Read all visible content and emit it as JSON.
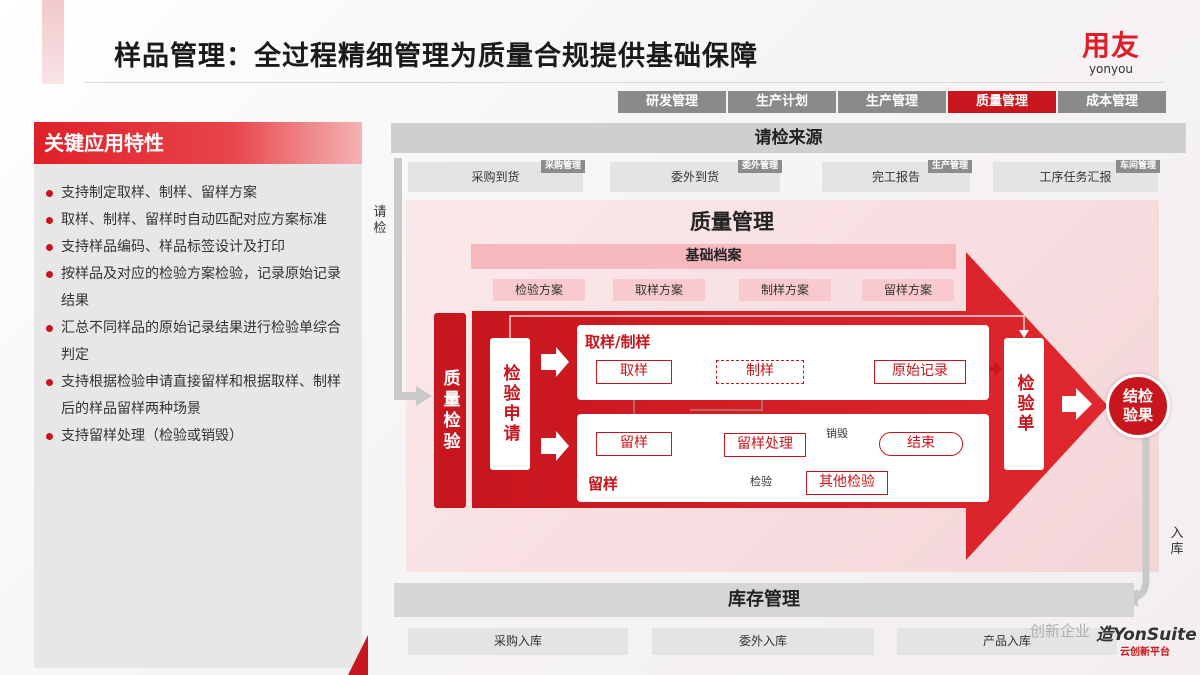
{
  "header": {
    "title": "样品管理：全过程精细管理为质量合规提供基础保障",
    "logo_main": "用友",
    "logo_sub": "yonyou"
  },
  "nav": {
    "tabs": [
      {
        "label": "研发管理",
        "active": false
      },
      {
        "label": "生产计划",
        "active": false
      },
      {
        "label": "生产管理",
        "active": false
      },
      {
        "label": "质量管理",
        "active": true
      },
      {
        "label": "成本管理",
        "active": false
      }
    ]
  },
  "features": {
    "title": "关键应用特性",
    "items": [
      "支持制定取样、制样、留样方案",
      "取样、制样、留样时自动匹配对应方案标准",
      "支持样品编码、样品标签设计及打印",
      "按样品及对应的检验方案检验，记录原始记录结果",
      "汇总不同样品的原始记录结果进行检验单综合判定",
      "支持根据检验申请直接留样和根据取样、制样后的样品留样两种场景",
      "支持留样处理（检验或销毁）"
    ]
  },
  "source": {
    "title": "请检来源",
    "items": [
      {
        "label": "采购到货",
        "tag": "采购管理"
      },
      {
        "label": "委外到货",
        "tag": "委外管理"
      },
      {
        "label": "完工报告",
        "tag": "生产管理"
      },
      {
        "label": "工序任务汇报",
        "tag": "车间管理"
      }
    ]
  },
  "annotations": {
    "request": "请检",
    "inbound": "入库"
  },
  "quality": {
    "title": "质量管理",
    "archive_title": "基础档案",
    "plans": [
      "检验方案",
      "取样方案",
      "制样方案",
      "留样方案"
    ],
    "qc_label": "质量检验",
    "request_label": "检验申请",
    "inspection_label": "检验单",
    "result_label": "结检验果",
    "panel1": {
      "title": "取样/制样",
      "steps": [
        "取样",
        "制样",
        "原始记录"
      ]
    },
    "panel2": {
      "title": "留样",
      "steps": [
        "留样",
        "留样处理",
        "结束",
        "其他检验"
      ],
      "destroy_label": "销毁",
      "inspect_label": "检验"
    }
  },
  "inventory": {
    "title": "库存管理",
    "items": [
      "采购入库",
      "委外入库",
      "产品入库"
    ]
  },
  "brand": {
    "slogan": "创新企业",
    "product": "造YonSuite",
    "sub": "云创新平台"
  },
  "colors": {
    "accent": "#c8161e",
    "nav_inactive": "#8a8a8a",
    "panel_gray": "#e7e7e7"
  }
}
